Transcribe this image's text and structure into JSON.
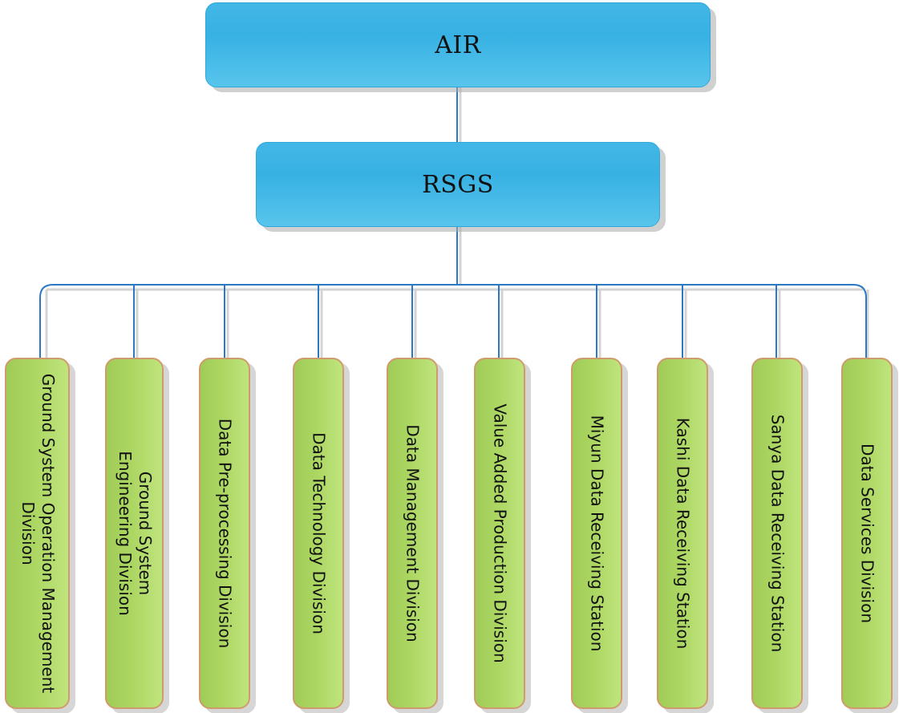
{
  "org_chart": {
    "root": {
      "label": "AIR"
    },
    "middle": {
      "label": "RSGS"
    },
    "divisions": [
      {
        "label": "Ground System Operation Management Division"
      },
      {
        "label": "Ground System Engineering Division"
      },
      {
        "label": "Data Pre-processing Division"
      },
      {
        "label": "Data Technology Division"
      },
      {
        "label": "Data Management Division"
      },
      {
        "label": "Value Added Production Division"
      },
      {
        "label": "Miyun Data Receiving Station"
      },
      {
        "label": "Kashi Data Receiving Station"
      },
      {
        "label": "Sanya Data Receiving Station"
      },
      {
        "label": "Data Services Division"
      }
    ]
  },
  "colors": {
    "top_box": "#43b7e6",
    "division_box": "#acd662",
    "division_border": "#d09b6c",
    "connector": "#2b78c5"
  }
}
